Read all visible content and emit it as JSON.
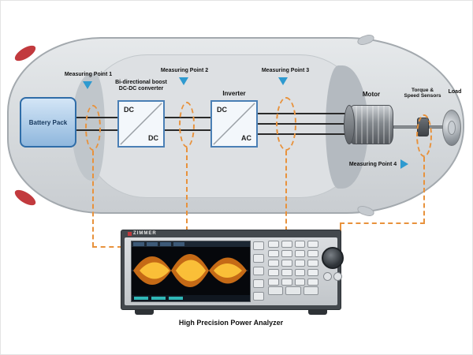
{
  "car": {
    "components": {
      "battery": {
        "label": "Battery Pack"
      },
      "dcdc": {
        "caption": "Bi-directional boost\nDC-DC converter",
        "input": "DC",
        "output": "DC"
      },
      "inverter": {
        "caption": "Inverter",
        "input": "DC",
        "output": "AC"
      },
      "motor": {
        "caption": "Motor"
      },
      "sensors": {
        "caption": "Torque &\nSpeed Sensors"
      },
      "load": {
        "caption": "Load"
      }
    },
    "measuring_points": [
      {
        "label": "Measuring Point 1"
      },
      {
        "label": "Measuring Point 2"
      },
      {
        "label": "Measuring Point 3"
      },
      {
        "label": "Measuring Point 4"
      }
    ]
  },
  "analyzer": {
    "brand": "ZIMMER",
    "caption": "High Precision Power Analyzer"
  },
  "colors": {
    "accent_orange": "#e8923c",
    "marker_blue": "#2e9ad0",
    "component_border": "#4a7fb5"
  }
}
